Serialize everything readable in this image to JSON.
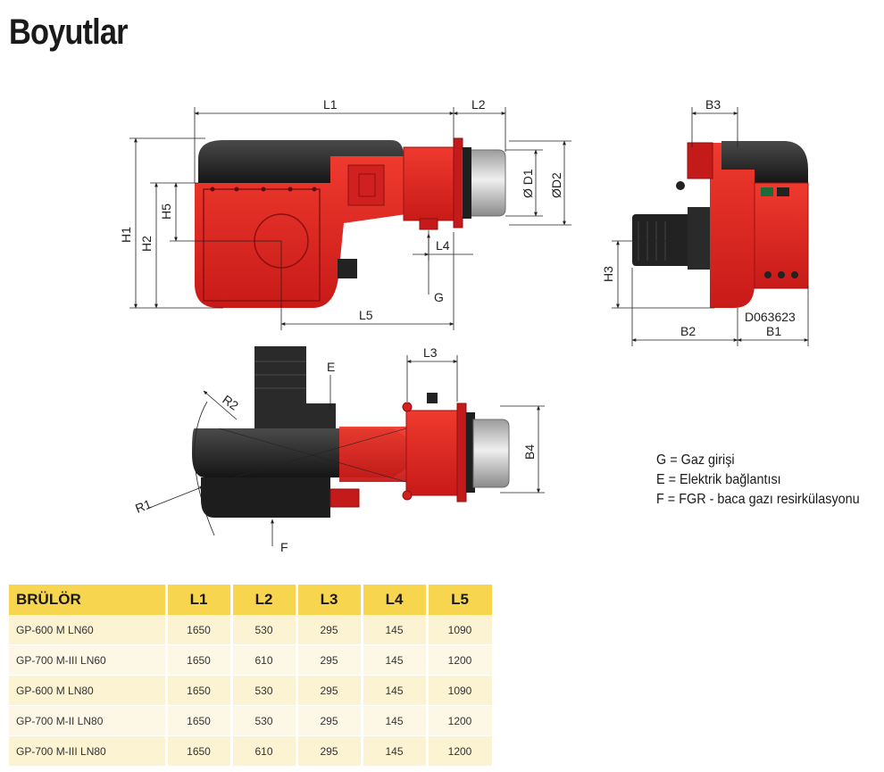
{
  "page": {
    "title": "Boyutlar"
  },
  "drawing": {
    "labels": {
      "L1": "L1",
      "L2": "L2",
      "L3": "L3",
      "L4": "L4",
      "L5": "L5",
      "H1": "H1",
      "H2": "H2",
      "H3": "H3",
      "H5": "H5",
      "D1": "Ø D1",
      "D2": "ØD2",
      "B1": "B1",
      "B2": "B2",
      "B3": "B3",
      "B4": "B4",
      "R1": "R1",
      "R2": "R2",
      "G": "G",
      "E": "E",
      "F": "F",
      "code": "D063623"
    },
    "colors": {
      "body": "#dd1f1f",
      "body_dark": "#b81616",
      "cover": "#2a2a2a",
      "nozzle": "#cfcfcf"
    }
  },
  "legend": [
    "G = Gaz girişi",
    "E = Elektrik bağlantısı",
    "F = FGR - baca gazı resirkülasyonu"
  ],
  "table": {
    "headers": [
      "BRÜLÖR",
      "L1",
      "L2",
      "L3",
      "L4",
      "L5"
    ],
    "rows": [
      [
        "GP-600 M LN60",
        "1650",
        "530",
        "295",
        "145",
        "1090"
      ],
      [
        "GP-700 M-III LN60",
        "1650",
        "610",
        "295",
        "145",
        "1200"
      ],
      [
        "GP-600 M LN80",
        "1650",
        "530",
        "295",
        "145",
        "1090"
      ],
      [
        "GP-700 M-II LN80",
        "1650",
        "530",
        "295",
        "145",
        "1200"
      ],
      [
        "GP-700 M-III LN80",
        "1650",
        "610",
        "295",
        "145",
        "1200"
      ]
    ],
    "header_color": "#f7d54f",
    "row_color": "#fbf3d2"
  }
}
